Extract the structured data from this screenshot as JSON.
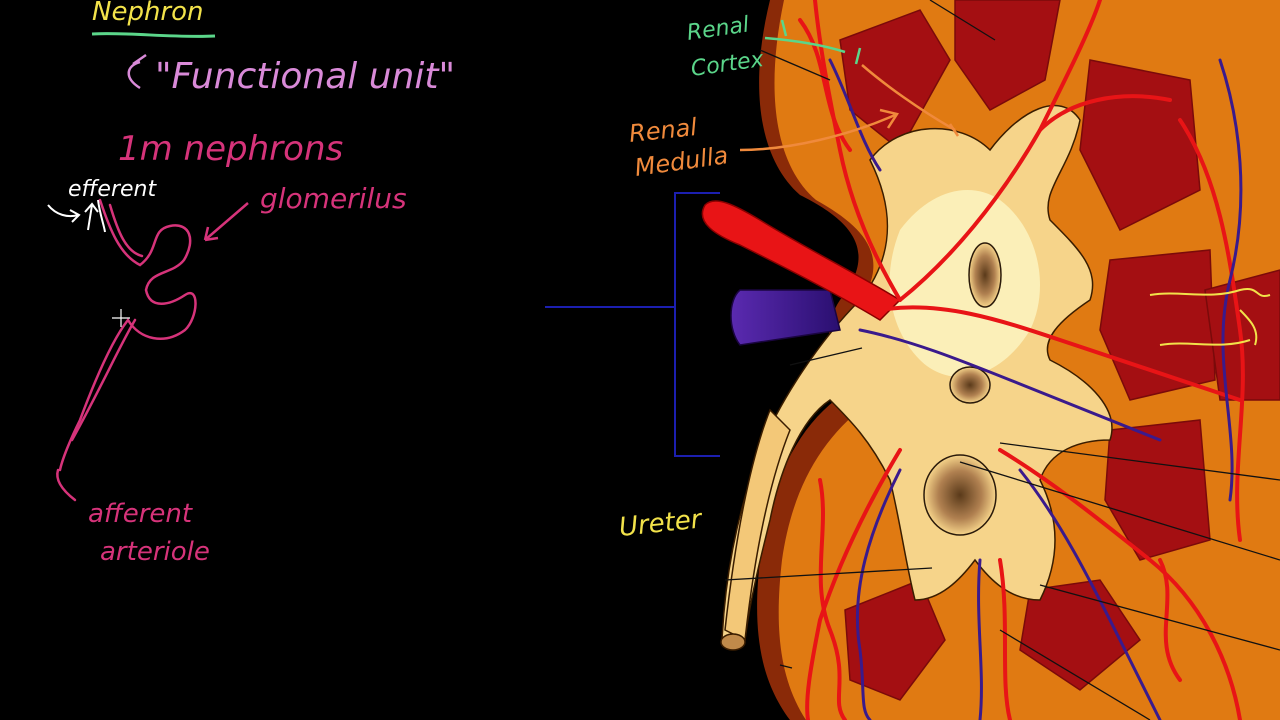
{
  "colors": {
    "background": "#000000",
    "yellow_note": "#f2e24a",
    "green_note": "#5bd68a",
    "pink_note": "#d98ad8",
    "magenta_note": "#d6337a",
    "white_note": "#ffffff",
    "orange_note": "#f08a3c",
    "kidney_capsule": "#8a2a08",
    "kidney_cortex": "#e07a12",
    "kidney_pelvis": "#f6d48a",
    "kidney_pelvis_light": "#fbefb8",
    "medulla_pyramid": "#a40f12",
    "artery": "#e81416",
    "vein": "#3a1a8c",
    "ureter": "#f3c878",
    "bracket": "#1c1fb0",
    "leader_line": "#111111"
  },
  "notes": {
    "nephron": "Nephron",
    "functional_unit": "\"Functional unit\"",
    "count": "1m nephrons",
    "efferent": "efferent",
    "glomerulus": "glomerilus",
    "afferent_line1": "afferent",
    "afferent_line2": "arteriole",
    "renal_cortex_line1": "Renal",
    "renal_cortex_line2": "Cortex",
    "renal_medulla_line1": "Renal",
    "renal_medulla_line2": "Medulla",
    "ureter": "Ureter"
  },
  "icons": {
    "cursor": "crosshair-cursor-icon"
  }
}
